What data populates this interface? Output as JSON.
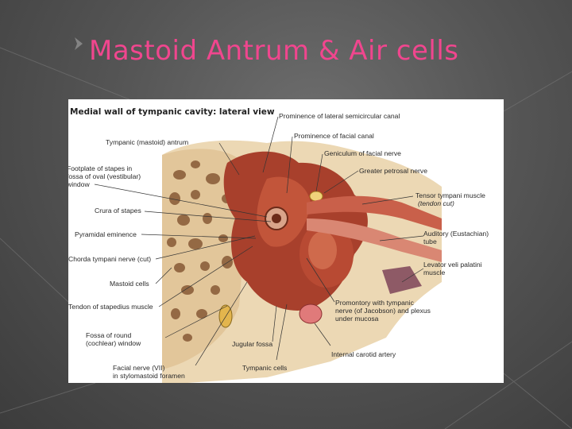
{
  "slide": {
    "title": "Mastoid Antrum & Air cells",
    "title_color": "#f0468e",
    "background": "#4a4a4a"
  },
  "figure": {
    "title": "Medial wall of tympanic cavity: lateral view",
    "labels": {
      "lateral_semicircular": "Prominence of lateral semicircular canal",
      "tympanic_antrum": "Tympanic (mastoid) antrum",
      "facial_canal": "Prominence of facial canal",
      "geniculum": "Geniculum of facial nerve",
      "footplate": "Footplate of stapes in\nfossa of oval (vestibular)\nwindow",
      "greater_petrosal": "Greater petrosal nerve",
      "tensor_tympani": "Tensor tympani muscle",
      "tendon_cut": "(tendon cut)",
      "crura": "Crura of stapes",
      "pyramidal": "Pyramidal eminence",
      "auditory_tube": "Auditory (Eustachian)\ntube",
      "chorda_tympani": "Chorda tympani nerve (cut)",
      "levator": "Levator veli palatini\nmuscle",
      "mastoid_cells": "Mastoid cells",
      "stapedius": "Tendon of stapedius muscle",
      "promontory": "Promontory with tympanic\nnerve (of Jacobson) and plexus\nunder mucosa",
      "round_window": "Fossa of round\n(cochlear) window",
      "jugular": "Jugular fossa",
      "carotid": "Internal carotid artery",
      "facial_nerve": "Facial nerve (VII)\nin stylomastoid foramen",
      "tympanic_cells": "Tympanic cells"
    }
  }
}
